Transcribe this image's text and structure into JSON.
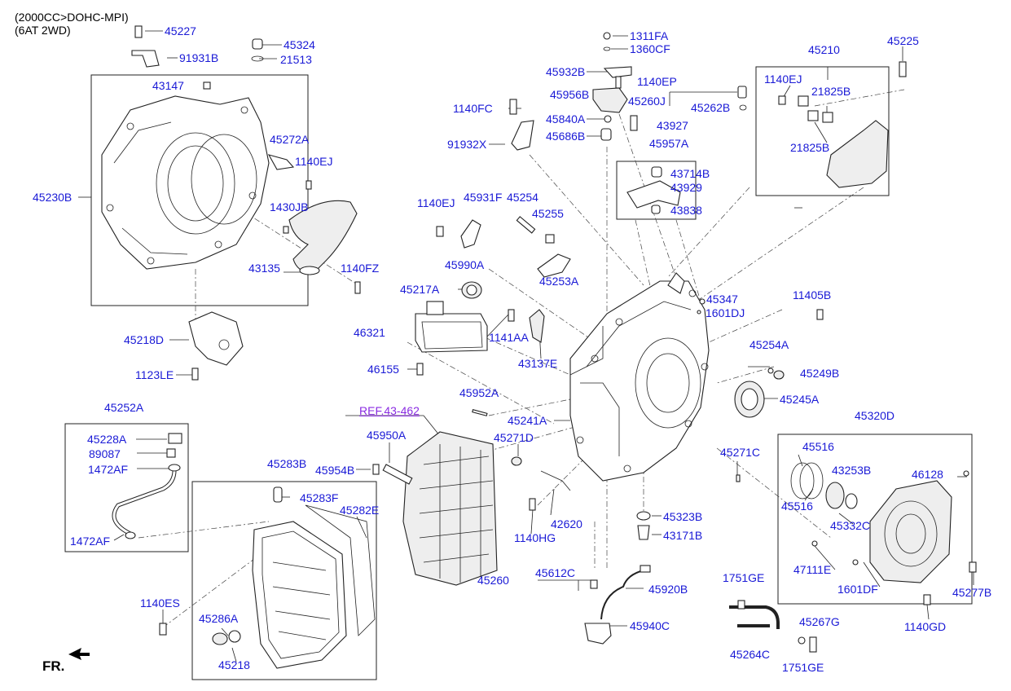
{
  "header": {
    "line1": "(2000CC>DOHC-MPI)",
    "line2": "(6AT 2WD)"
  },
  "direction": {
    "label": "FR."
  },
  "parts": {
    "p45227": "45227",
    "p45324": "45324",
    "p91931B": "91931B",
    "p21513": "21513",
    "p43147": "43147",
    "p45272A": "45272A",
    "p1140EJ_a": "1140EJ",
    "p45230B": "45230B",
    "p1430JB": "1430JB",
    "p43135": "43135",
    "p1140FZ": "1140FZ",
    "p45218D": "45218D",
    "p1123LE": "1123LE",
    "p1311FA": "1311FA",
    "p1360CF": "1360CF",
    "p45932B": "45932B",
    "p1140EP": "1140EP",
    "p45956B": "45956B",
    "p1140FC": "1140FC",
    "p45840A": "45840A",
    "p45686B": "45686B",
    "p91932X": "91932X",
    "p45260J": "45260J",
    "p45262B": "45262B",
    "p43927": "43927",
    "p45957A": "45957A",
    "p43714B": "43714B",
    "p43929": "43929",
    "p43838": "43838",
    "p45210": "45210",
    "p45225": "45225",
    "p1140EJ_b": "1140EJ",
    "p21825B_a": "21825B",
    "p21825B_b": "21825B",
    "p1140EJ_c": "1140EJ",
    "p45931F": "45931F",
    "p45254": "45254",
    "p45255": "45255",
    "p45990A": "45990A",
    "p45253A": "45253A",
    "p45217A": "45217A",
    "p45347": "45347",
    "p1601DJ": "1601DJ",
    "p11405B": "11405B",
    "p46321": "46321",
    "p1141AA": "1141AA",
    "p43137E": "43137E",
    "p46155": "46155",
    "p45254A": "45254A",
    "p45249B": "45249B",
    "p45245A": "45245A",
    "p45952A": "45952A",
    "p45241A": "45241A",
    "p45271D": "45271D",
    "p45271C": "45271C",
    "p45320D": "45320D",
    "p45252A": "45252A",
    "p45228A": "45228A",
    "p89087": "89087",
    "p1472AF_a": "1472AF",
    "p1472AF_b": "1472AF",
    "ref43462": "REF.43-462",
    "p45950A": "45950A",
    "p45954B": "45954B",
    "p42620": "42620",
    "p1140HG": "1140HG",
    "p45283B": "45283B",
    "p45283F": "45283F",
    "p45282E": "45282E",
    "p45286A": "45286A",
    "p45218": "45218",
    "p1140ES": "1140ES",
    "p45323B": "45323B",
    "p43171B": "43171B",
    "p45260": "45260",
    "p45612C": "45612C",
    "p45920B": "45920B",
    "p45940C": "45940C",
    "p45516_a": "45516",
    "p43253B": "43253B",
    "p46128": "46128",
    "p45516_b": "45516",
    "p45332C": "45332C",
    "p47111E": "47111E",
    "p1601DF": "1601DF",
    "p45277B": "45277B",
    "p1140GD": "1140GD",
    "p1751GE_a": "1751GE",
    "p45267G": "45267G",
    "p45264C": "45264C",
    "p1751GE_b": "1751GE"
  },
  "colors": {
    "label": "#1a1ad6",
    "ref": "#8a2be2",
    "line": "#222222"
  }
}
